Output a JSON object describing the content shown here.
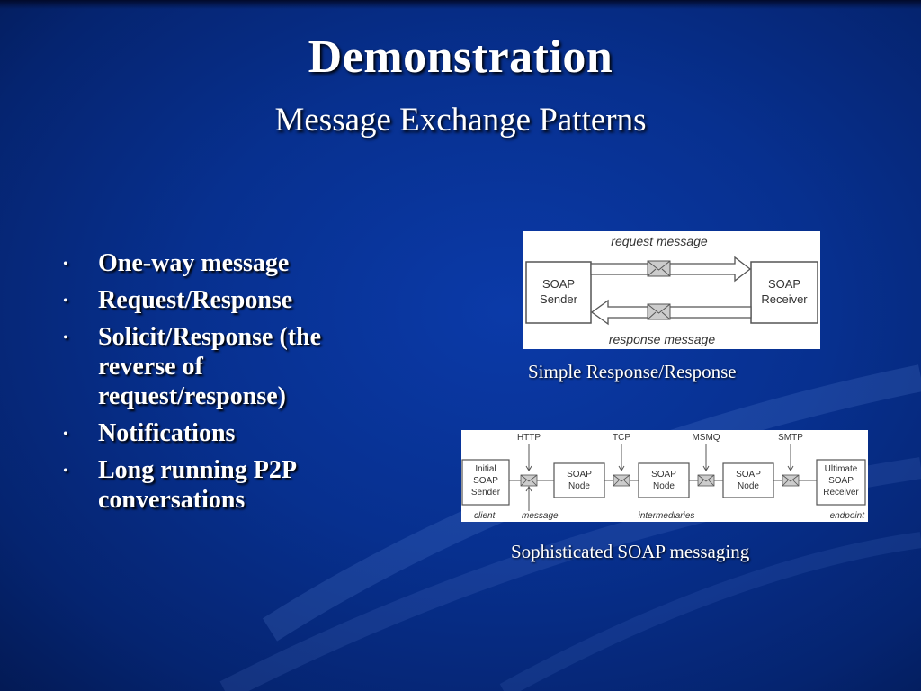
{
  "slide": {
    "title": "Demonstration",
    "subtitle": "Message Exchange Patterns"
  },
  "bullets": [
    {
      "text": "One-way message"
    },
    {
      "text": "Request/Response"
    },
    {
      "text": "Solicit/Response (the reverse of request/response)"
    },
    {
      "text": "Notifications"
    },
    {
      "text": "Long running P2P conversations"
    }
  ],
  "bullet_glyph": "•",
  "diagram1": {
    "top_label": "request message",
    "bottom_label": "response message",
    "sender_line1": "SOAP",
    "sender_line2": "Sender",
    "receiver_line1": "SOAP",
    "receiver_line2": "Receiver",
    "caption": "Simple Response/Response"
  },
  "diagram2": {
    "protocols": [
      "HTTP",
      "TCP",
      "MSMQ",
      "SMTP"
    ],
    "initial_line1": "Initial",
    "initial_line2": "SOAP",
    "initial_line3": "Sender",
    "node_line1": "SOAP",
    "node_line2": "Node",
    "ultimate_line1": "Ultimate",
    "ultimate_line2": "SOAP",
    "ultimate_line3": "Receiver",
    "client_label": "client",
    "message_label": "message",
    "intermediaries_label": "intermediaries",
    "endpoint_label": "endpoint",
    "caption": "Sophisticated SOAP messaging"
  }
}
